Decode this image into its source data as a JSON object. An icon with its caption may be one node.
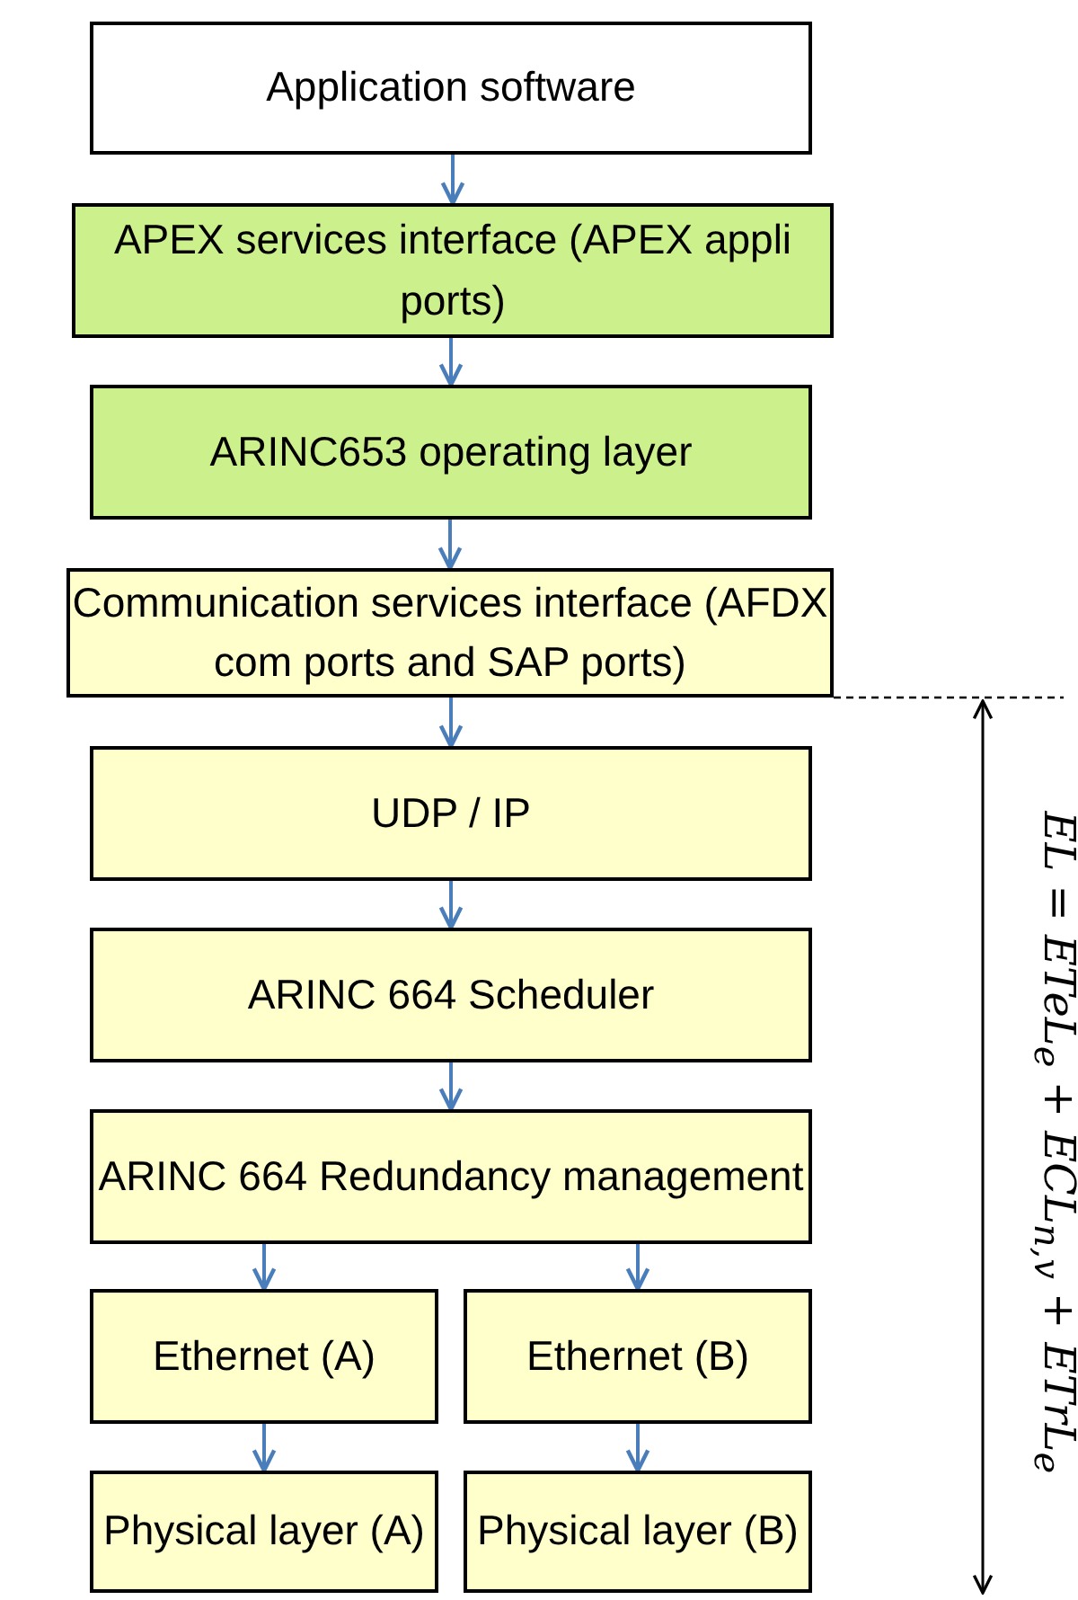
{
  "diagram": {
    "nodes": [
      {
        "text": [
          "Application software"
        ]
      },
      {
        "text": [
          "APEX services interface (APEX appli ports)"
        ]
      },
      {
        "text": [
          "ARINC653 operating layer"
        ]
      },
      {
        "text": [
          "Communication services interface (AFDX com ports and SAP ports)"
        ]
      },
      {
        "text": [
          "UDP / IP"
        ]
      },
      {
        "text": [
          "ARINC 664 Scheduler"
        ]
      },
      {
        "text": [
          "ARINC 664 Redundancy management"
        ]
      },
      {
        "text": [
          "Ethernet (A)"
        ]
      },
      {
        "text": [
          "Ethernet (B)"
        ]
      },
      {
        "text": [
          "Physical layer (A)"
        ]
      },
      {
        "text": [
          "Physical layer (B)"
        ]
      }
    ],
    "edges": [
      {
        "from": 0,
        "to": 1,
        "arrow": "to"
      },
      {
        "from": 1,
        "to": 2,
        "arrow": "to"
      },
      {
        "from": 2,
        "to": 3,
        "arrow": "to"
      },
      {
        "from": 3,
        "to": 4,
        "arrow": "to"
      },
      {
        "from": 4,
        "to": 5,
        "arrow": "to"
      },
      {
        "from": 5,
        "to": 6,
        "arrow": "to"
      },
      {
        "from": 6,
        "to": 7,
        "arrow": "to"
      },
      {
        "from": 6,
        "to": 8,
        "arrow": "to"
      },
      {
        "from": 7,
        "to": 9,
        "arrow": "to"
      },
      {
        "from": 8,
        "to": 10,
        "arrow": "to"
      }
    ],
    "labels": [
      "EL = ETeL$_{e}$ + ECL$_{n,v}$ + ETrL$_{e}$"
    ]
  }
}
